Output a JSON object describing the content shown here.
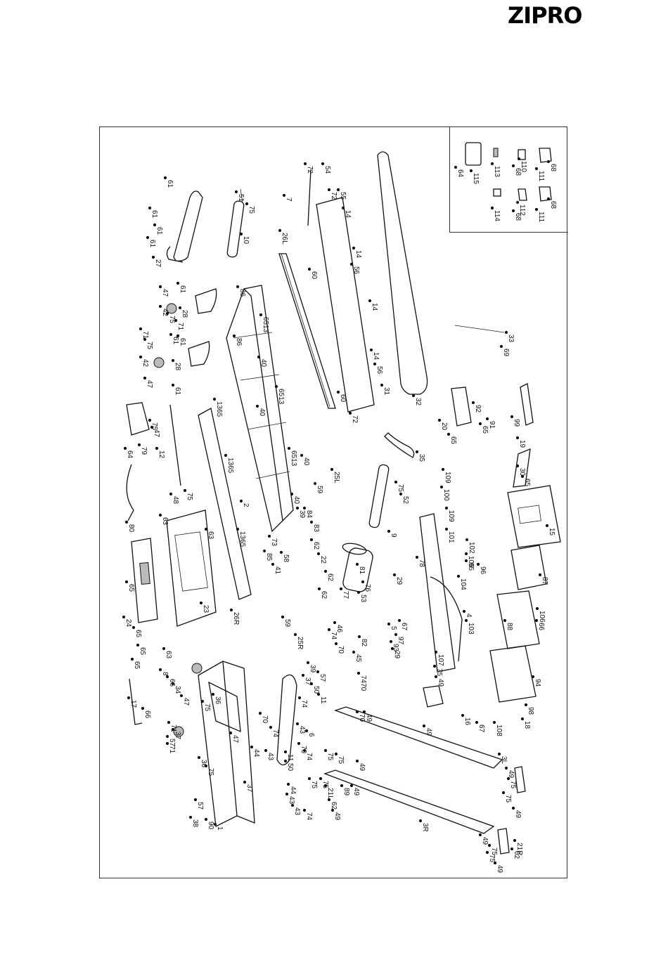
{
  "brand": {
    "logo_text": "ZIPRO"
  },
  "diagram": {
    "labels": [
      {
        "id": "l1",
        "text": "61"
      },
      {
        "id": "l2",
        "text": "61"
      },
      {
        "id": "l3",
        "text": "61"
      },
      {
        "id": "l4",
        "text": "61"
      },
      {
        "id": "l5",
        "text": "27"
      },
      {
        "id": "l6",
        "text": "51"
      },
      {
        "id": "l7",
        "text": "75"
      },
      {
        "id": "l8",
        "text": "10"
      },
      {
        "id": "l9",
        "text": "72"
      },
      {
        "id": "l10",
        "text": "54"
      },
      {
        "id": "l11",
        "text": "72"
      },
      {
        "id": "l12",
        "text": "55"
      },
      {
        "id": "l13",
        "text": "7"
      },
      {
        "id": "l14",
        "text": "14"
      },
      {
        "id": "l15",
        "text": "26L"
      },
      {
        "id": "l16",
        "text": "14"
      },
      {
        "id": "l17",
        "text": "56"
      },
      {
        "id": "l18",
        "text": "60"
      },
      {
        "id": "l19",
        "text": "14"
      },
      {
        "id": "l20",
        "text": "86"
      },
      {
        "id": "l21",
        "text": "6513"
      },
      {
        "id": "l22",
        "text": "47"
      },
      {
        "id": "l23",
        "text": "42"
      },
      {
        "id": "l24",
        "text": "75"
      },
      {
        "id": "l25",
        "text": "71"
      },
      {
        "id": "l26",
        "text": "61"
      },
      {
        "id": "l27",
        "text": "28"
      },
      {
        "id": "l28",
        "text": "61"
      },
      {
        "id": "l29",
        "text": "61"
      },
      {
        "id": "l30",
        "text": "28"
      },
      {
        "id": "l31",
        "text": "61"
      },
      {
        "id": "l32",
        "text": "71"
      },
      {
        "id": "l33",
        "text": "75"
      },
      {
        "id": "l34",
        "text": "42"
      },
      {
        "id": "l35",
        "text": "47"
      },
      {
        "id": "l36",
        "text": "86"
      },
      {
        "id": "l37",
        "text": "40"
      },
      {
        "id": "l38",
        "text": "14"
      },
      {
        "id": "l39",
        "text": "56"
      },
      {
        "id": "l40",
        "text": "31"
      },
      {
        "id": "l41",
        "text": "33"
      },
      {
        "id": "l42",
        "text": "69"
      },
      {
        "id": "l43",
        "text": "32"
      },
      {
        "id": "l44",
        "text": "60"
      },
      {
        "id": "l45",
        "text": "72"
      },
      {
        "id": "l46",
        "text": "6513"
      },
      {
        "id": "l47",
        "text": "1365"
      },
      {
        "id": "l48",
        "text": "40"
      },
      {
        "id": "l49",
        "text": "64"
      },
      {
        "id": "l50",
        "text": "79"
      },
      {
        "id": "l51",
        "text": "75"
      },
      {
        "id": "l52",
        "text": "47"
      },
      {
        "id": "l53",
        "text": "12"
      },
      {
        "id": "l54",
        "text": "6513"
      },
      {
        "id": "l55",
        "text": "40"
      },
      {
        "id": "l56",
        "text": "1365"
      },
      {
        "id": "l57",
        "text": "2"
      },
      {
        "id": "l58",
        "text": "75"
      },
      {
        "id": "l59",
        "text": "48"
      },
      {
        "id": "l60",
        "text": "80"
      },
      {
        "id": "l61",
        "text": "63"
      },
      {
        "id": "l62",
        "text": "25L"
      },
      {
        "id": "l63",
        "text": "59"
      },
      {
        "id": "l64",
        "text": "35"
      },
      {
        "id": "l65",
        "text": "75"
      },
      {
        "id": "l66",
        "text": "52"
      },
      {
        "id": "l67",
        "text": "9"
      },
      {
        "id": "l68",
        "text": "40"
      },
      {
        "id": "l69",
        "text": "39"
      },
      {
        "id": "l70",
        "text": "84"
      },
      {
        "id": "l71",
        "text": "83"
      },
      {
        "id": "l72",
        "text": "1365"
      },
      {
        "id": "l73",
        "text": "73"
      },
      {
        "id": "l74",
        "text": "58"
      },
      {
        "id": "l75",
        "text": "85"
      },
      {
        "id": "l76",
        "text": "41"
      },
      {
        "id": "l77",
        "text": "62"
      },
      {
        "id": "l78",
        "text": "22"
      },
      {
        "id": "l79",
        "text": "62"
      },
      {
        "id": "l80",
        "text": "62"
      },
      {
        "id": "l81",
        "text": "81"
      },
      {
        "id": "l82",
        "text": "76"
      },
      {
        "id": "l83",
        "text": "77"
      },
      {
        "id": "l84",
        "text": "53"
      },
      {
        "id": "l85",
        "text": "65"
      },
      {
        "id": "l86",
        "text": "24"
      },
      {
        "id": "l87",
        "text": "65"
      },
      {
        "id": "l88",
        "text": "65"
      },
      {
        "id": "l89",
        "text": "63"
      },
      {
        "id": "l90",
        "text": "23"
      },
      {
        "id": "l91",
        "text": "63"
      },
      {
        "id": "l92",
        "text": "26R"
      },
      {
        "id": "l93",
        "text": "59"
      },
      {
        "id": "l94",
        "text": "25R"
      },
      {
        "id": "l95",
        "text": "46"
      },
      {
        "id": "l96",
        "text": "82"
      },
      {
        "id": "l97",
        "text": "45"
      },
      {
        "id": "l98",
        "text": "74"
      },
      {
        "id": "l99",
        "text": "70"
      },
      {
        "id": "l100",
        "text": "7470"
      },
      {
        "id": "l101",
        "text": "20"
      },
      {
        "id": "l102",
        "text": "65"
      },
      {
        "id": "l103",
        "text": "92"
      },
      {
        "id": "l104",
        "text": "65"
      },
      {
        "id": "l105",
        "text": "91"
      },
      {
        "id": "l106",
        "text": "99"
      },
      {
        "id": "l107",
        "text": "19"
      },
      {
        "id": "l108",
        "text": "30"
      },
      {
        "id": "l109",
        "text": "65"
      },
      {
        "id": "l110",
        "text": "109"
      },
      {
        "id": "l111",
        "text": "100"
      },
      {
        "id": "l112",
        "text": "109"
      },
      {
        "id": "l113",
        "text": "101"
      },
      {
        "id": "l114",
        "text": "15"
      },
      {
        "id": "l115",
        "text": "102"
      },
      {
        "id": "l116",
        "text": "105"
      },
      {
        "id": "l117",
        "text": "95"
      },
      {
        "id": "l118",
        "text": "96"
      },
      {
        "id": "l119",
        "text": "87"
      },
      {
        "id": "l120",
        "text": "78"
      },
      {
        "id": "l121",
        "text": "29"
      },
      {
        "id": "l122",
        "text": "104"
      },
      {
        "id": "l123",
        "text": "4"
      },
      {
        "id": "l124",
        "text": "103"
      },
      {
        "id": "l125",
        "text": "106"
      },
      {
        "id": "l126",
        "text": "88"
      },
      {
        "id": "l127",
        "text": "66"
      },
      {
        "id": "l128",
        "text": "67"
      },
      {
        "id": "l129",
        "text": "5"
      },
      {
        "id": "l130",
        "text": "97"
      },
      {
        "id": "l131",
        "text": "93"
      },
      {
        "id": "l132",
        "text": "29"
      },
      {
        "id": "l133",
        "text": "107"
      },
      {
        "id": "l134",
        "text": "75"
      },
      {
        "id": "l135",
        "text": "49"
      },
      {
        "id": "l136",
        "text": "94"
      },
      {
        "id": "l137",
        "text": "98"
      },
      {
        "id": "l138",
        "text": "16"
      },
      {
        "id": "l139",
        "text": "67"
      },
      {
        "id": "l140",
        "text": "108"
      },
      {
        "id": "l141",
        "text": "18"
      },
      {
        "id": "l142",
        "text": "65"
      },
      {
        "id": "l143",
        "text": "17"
      },
      {
        "id": "l144",
        "text": "66"
      },
      {
        "id": "l145",
        "text": "8"
      },
      {
        "id": "l146",
        "text": "66"
      },
      {
        "id": "l147",
        "text": "34"
      },
      {
        "id": "l148",
        "text": "47"
      },
      {
        "id": "l149",
        "text": "75"
      },
      {
        "id": "l150",
        "text": "36"
      },
      {
        "id": "l151",
        "text": "71"
      },
      {
        "id": "l152",
        "text": "37"
      },
      {
        "id": "l153",
        "text": "57"
      },
      {
        "id": "l154",
        "text": "71"
      },
      {
        "id": "l155",
        "text": "36"
      },
      {
        "id": "l156",
        "text": "75"
      },
      {
        "id": "l157",
        "text": "47"
      },
      {
        "id": "l158",
        "text": "37"
      },
      {
        "id": "l159",
        "text": "57"
      },
      {
        "id": "l160",
        "text": "38"
      },
      {
        "id": "l161",
        "text": "90"
      },
      {
        "id": "l162",
        "text": "1"
      },
      {
        "id": "l163",
        "text": "39"
      },
      {
        "id": "l164",
        "text": "57"
      },
      {
        "id": "l165",
        "text": "37"
      },
      {
        "id": "l166",
        "text": "50"
      },
      {
        "id": "l167",
        "text": "11"
      },
      {
        "id": "l168",
        "text": "74"
      },
      {
        "id": "l169",
        "text": "70"
      },
      {
        "id": "l170",
        "text": "74"
      },
      {
        "id": "l171",
        "text": "43"
      },
      {
        "id": "l172",
        "text": "6"
      },
      {
        "id": "l173",
        "text": "70"
      },
      {
        "id": "l174",
        "text": "74"
      },
      {
        "id": "l175",
        "text": "43"
      },
      {
        "id": "l176",
        "text": "44"
      },
      {
        "id": "l177",
        "text": "11"
      },
      {
        "id": "l178",
        "text": "50"
      },
      {
        "id": "l179",
        "text": "44"
      },
      {
        "id": "l180",
        "text": "43"
      },
      {
        "id": "l181",
        "text": "43"
      },
      {
        "id": "l182",
        "text": "74"
      },
      {
        "id": "l183",
        "text": "70"
      },
      {
        "id": "l184",
        "text": "49"
      },
      {
        "id": "l185",
        "text": "75"
      },
      {
        "id": "l186",
        "text": "75"
      },
      {
        "id": "l187",
        "text": "49"
      },
      {
        "id": "l188",
        "text": "49"
      },
      {
        "id": "l189",
        "text": "3L"
      },
      {
        "id": "l190",
        "text": "49"
      },
      {
        "id": "l191",
        "text": "75"
      },
      {
        "id": "l192",
        "text": "75"
      },
      {
        "id": "l193",
        "text": "49"
      },
      {
        "id": "l194",
        "text": "21L"
      },
      {
        "id": "l195",
        "text": "62"
      },
      {
        "id": "l196",
        "text": "89"
      },
      {
        "id": "l197",
        "text": "49"
      },
      {
        "id": "l198",
        "text": "75"
      },
      {
        "id": "l199",
        "text": "75"
      },
      {
        "id": "l200",
        "text": "49"
      },
      {
        "id": "l201",
        "text": "3R"
      },
      {
        "id": "l202",
        "text": "49"
      },
      {
        "id": "l203",
        "text": "75"
      },
      {
        "id": "l204",
        "text": "75"
      },
      {
        "id": "l205",
        "text": "49"
      },
      {
        "id": "l206",
        "text": "21R"
      },
      {
        "id": "l207",
        "text": "62"
      },
      {
        "id": "l208",
        "text": "64"
      },
      {
        "id": "l209",
        "text": "115"
      },
      {
        "id": "l210",
        "text": "113"
      },
      {
        "id": "l211",
        "text": "110"
      },
      {
        "id": "l212",
        "text": "68"
      },
      {
        "id": "l213",
        "text": "111"
      },
      {
        "id": "l214",
        "text": "68"
      },
      {
        "id": "l215",
        "text": "114"
      },
      {
        "id": "l216",
        "text": "112"
      },
      {
        "id": "l217",
        "text": "68"
      },
      {
        "id": "l218",
        "text": "111"
      },
      {
        "id": "l219",
        "text": "68"
      }
    ]
  }
}
